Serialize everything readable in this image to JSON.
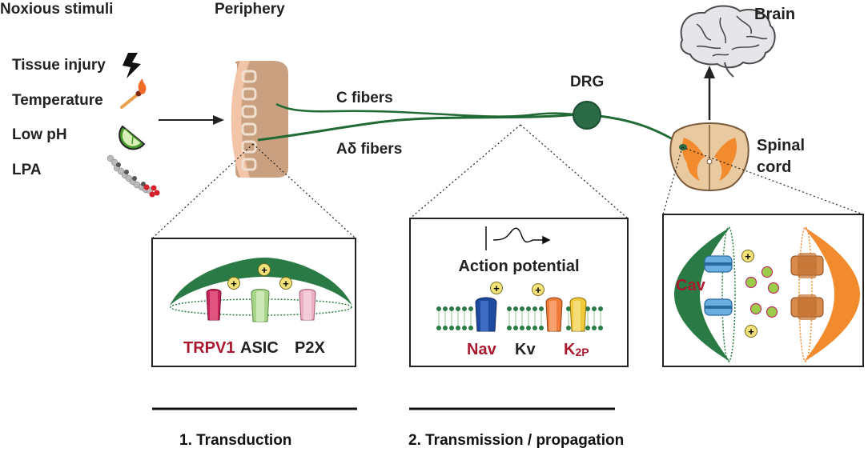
{
  "stimuli": {
    "heading": "Noxious stimuli",
    "items": [
      {
        "label": "Tissue injury",
        "icon": "lightning-icon"
      },
      {
        "label": "Temperature",
        "icon": "match-flame-icon"
      },
      {
        "label": "Low pH",
        "icon": "lime-icon"
      },
      {
        "label": "LPA",
        "icon": "lpa-molecule-icon"
      }
    ]
  },
  "periphery": {
    "title": "Periphery"
  },
  "fibers": {
    "c_fibers": "C fibers",
    "ad_fibers": "Aδ fibers"
  },
  "drg": {
    "label": "DRG"
  },
  "brain": {
    "label": "Brain"
  },
  "spinal_cord": {
    "line1": "Spinal",
    "line2": "cord"
  },
  "panel_transduction": {
    "channels": [
      {
        "label": "TRPV1",
        "color": "#a8182e"
      },
      {
        "label": "ASIC",
        "color": "#222222"
      },
      {
        "label": "P2X",
        "color": "#222222"
      }
    ]
  },
  "panel_transmission": {
    "title": "Action potential",
    "channels": [
      {
        "label": "Nav",
        "color": "#a8182e"
      },
      {
        "label": "Kv",
        "color": "#222222"
      },
      {
        "label": "K",
        "sub": "2P",
        "color": "#a8182e"
      }
    ]
  },
  "panel_synapse": {
    "channel": "Cav",
    "channel_color": "#a8182e"
  },
  "sections": {
    "transduction": "1. Transduction",
    "transmission": "2. Transmission / propagation"
  },
  "colors": {
    "fiber": "#1f6a35",
    "skin": "#c9a080",
    "spinal_orange": "#f28a2e",
    "highlight": "#a8182e",
    "ion": "#f3e27a",
    "vesicle": "#9ccd4a"
  },
  "plus_symbol": "+"
}
